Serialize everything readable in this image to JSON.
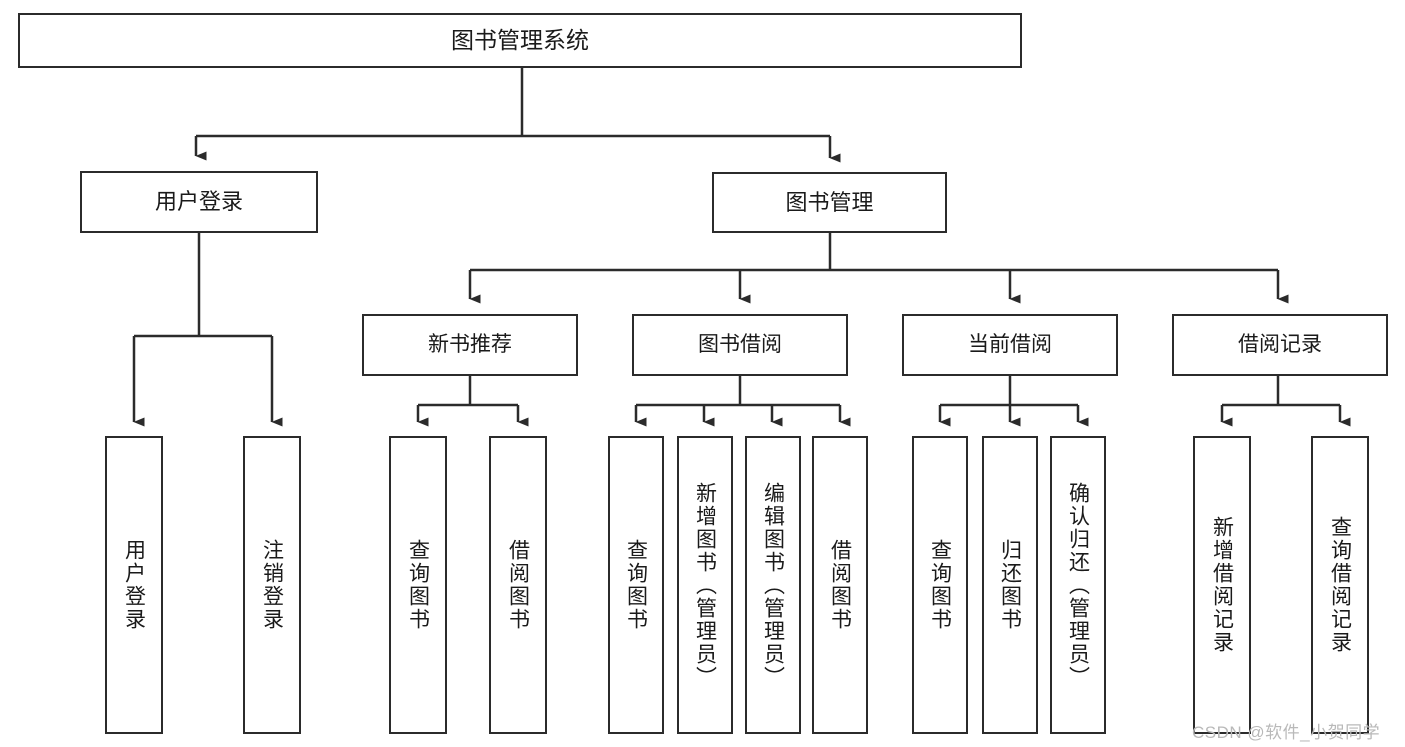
{
  "diagram": {
    "title": "图书管理系统",
    "type": "tree",
    "watermark": "CSDN @软件_小贺同学",
    "colors": {
      "box_border": "#2b2b2b",
      "box_fill": "#ffffff",
      "line": "#2b2b2b",
      "text": "#1a1a1a",
      "watermark": "#b9b9b9",
      "background": "#ffffff"
    },
    "nodes": {
      "root": {
        "label": "图书管理系统"
      },
      "level2": [
        {
          "id": "user_login",
          "label": "用户登录"
        },
        {
          "id": "book_manage",
          "label": "图书管理"
        }
      ],
      "level3": [
        {
          "id": "new_book_rec",
          "label": "新书推荐"
        },
        {
          "id": "book_borrow",
          "label": "图书借阅"
        },
        {
          "id": "current_borrow",
          "label": "当前借阅"
        },
        {
          "id": "borrow_record",
          "label": "借阅记录"
        }
      ],
      "leaves": [
        {
          "id": "leaf_user_login",
          "label": "用户登录",
          "parent": "user_login"
        },
        {
          "id": "leaf_user_logout",
          "label": "注销登录",
          "parent": "user_login"
        },
        {
          "id": "leaf_query_book_1",
          "label": "查询图书",
          "parent": "new_book_rec"
        },
        {
          "id": "leaf_borrow_book_1",
          "label": "借阅图书",
          "parent": "new_book_rec"
        },
        {
          "id": "leaf_query_book_2",
          "label": "查询图书",
          "parent": "book_borrow"
        },
        {
          "id": "leaf_add_book",
          "label": "新增图书（管理员）",
          "parent": "book_borrow"
        },
        {
          "id": "leaf_edit_book",
          "label": "编辑图书（管理员）",
          "parent": "book_borrow"
        },
        {
          "id": "leaf_borrow_book_2",
          "label": "借阅图书",
          "parent": "book_borrow"
        },
        {
          "id": "leaf_query_book_3",
          "label": "查询图书",
          "parent": "current_borrow"
        },
        {
          "id": "leaf_return_book",
          "label": "归还图书",
          "parent": "current_borrow"
        },
        {
          "id": "leaf_confirm_return",
          "label": "确认归还（管理员）",
          "parent": "current_borrow"
        },
        {
          "id": "leaf_add_record",
          "label": "新增借阅记录",
          "parent": "borrow_record"
        },
        {
          "id": "leaf_query_record",
          "label": "查询借阅记录",
          "parent": "borrow_record"
        }
      ]
    }
  }
}
